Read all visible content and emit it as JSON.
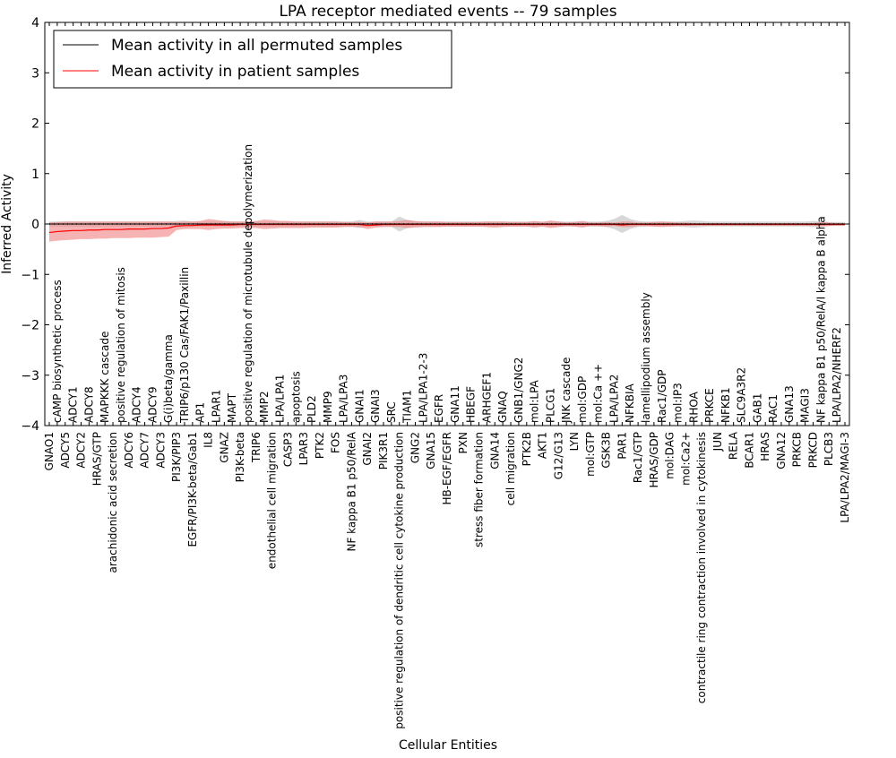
{
  "chart_data": {
    "type": "line",
    "title": "LPA receptor mediated events -- 79 samples",
    "xlabel": "Cellular Entities",
    "ylabel": "Inferred Activity",
    "ylim": [
      -4,
      4
    ],
    "yticks": [
      -4,
      -3,
      -2,
      -1,
      0,
      1,
      2,
      3,
      4
    ],
    "grid": false,
    "legend_position": "top-left",
    "colors": {
      "permuted": "#000000",
      "patient": "#ff0000",
      "patient_band": "#f08080",
      "permuted_band": "#c8c8c8"
    },
    "categories": [
      "GNAO1",
      "cAMP biosynthetic process",
      "ADCY5",
      "ADCY1",
      "ADCY2",
      "ADCY8",
      "HRAS/GTP",
      "MAPKKK cascade",
      "arachidonic acid secretion",
      "positive regulation of mitosis",
      "ADCY6",
      "ADCY4",
      "ADCY7",
      "ADCY9",
      "ADCY3",
      "G(i)beta/gamma",
      "PI3K/PIP3",
      "TRIP6/p130 Cas/FAK1/Paxillin",
      "EGFR/PI3K-beta/Gab1",
      "AP1",
      "IL8",
      "LPAR1",
      "GNAZ",
      "MAPT",
      "PI3K-beta",
      "positive regulation of microtubule depolymerization",
      "TRIP6",
      "MMP2",
      "endothelial cell migration",
      "LPA/LPA1",
      "CASP3",
      "apoptosis",
      "LPAR3",
      "PLD2",
      "PTK2",
      "MMP9",
      "FOS",
      "LPA/LPA3",
      "NF kappa B1 p50/RelA",
      "GNAI1",
      "GNAI2",
      "GNAI3",
      "PIK3R1",
      "SRC",
      "positive regulation of dendritic cell cytokine production",
      "TIAM1",
      "GNG2",
      "LPA/LPA1-2-3",
      "GNA15",
      "EGFR",
      "HB-EGF/EGFR",
      "GNA11",
      "PXN",
      "HBEGF",
      "stress fiber formation",
      "ARHGEF1",
      "GNA14",
      "GNAQ",
      "cell migration",
      "GNB1/GNG2",
      "PTK2B",
      "mol:LPA",
      "AKT1",
      "PLCG1",
      "G12/G13",
      "JNK cascade",
      "LYN",
      "mol:GDP",
      "mol:GTP",
      "mol:Ca ++",
      "GSK3B",
      "LPA/LPA2",
      "PAR1",
      "NFKBIA",
      "Rac1/GTP",
      "lamellipodium assembly",
      "HRAS/GDP",
      "Rac1/GDP",
      "mol:DAG",
      "mol:IP3",
      "mol:Ca2+",
      "RHOA",
      "contractile ring contraction involved in cytokinesis",
      "PRKCE",
      "JUN",
      "NFKB1",
      "RELA",
      "SLC9A3R2",
      "BCAR1",
      "GAB1",
      "HRAS",
      "RAC1",
      "GNA12",
      "GNA13",
      "PRKCB",
      "MAGI3",
      "PRKCD",
      "NF kappa B1 p50/RelA/I kappa B alpha",
      "PLCB3",
      "LPA/LPA2/NHERF2",
      "LPA/LPA2/MAGI-3"
    ],
    "series": [
      {
        "name": "Mean activity in all permuted samples",
        "mean": [
          0
        ],
        "band_halfwidth": [
          0.05,
          0.05,
          0.05,
          0.05,
          0.05,
          0.05,
          0.05,
          0.05,
          0.05,
          0.05,
          0.05,
          0.05,
          0.05,
          0.05,
          0.05,
          0.05,
          0.06,
          0.07,
          0.05,
          0.05,
          0.05,
          0.05,
          0.05,
          0.05,
          0.05,
          0.05,
          0.05,
          0.05,
          0.05,
          0.05,
          0.05,
          0.05,
          0.05,
          0.05,
          0.05,
          0.05,
          0.05,
          0.05,
          0.05,
          0.08,
          0.05,
          0.05,
          0.05,
          0.05,
          0.15,
          0.08,
          0.05,
          0.05,
          0.05,
          0.05,
          0.05,
          0.05,
          0.05,
          0.05,
          0.05,
          0.05,
          0.05,
          0.05,
          0.05,
          0.05,
          0.05,
          0.05,
          0.05,
          0.05,
          0.05,
          0.05,
          0.05,
          0.05,
          0.05,
          0.05,
          0.06,
          0.1,
          0.18,
          0.1,
          0.06,
          0.05,
          0.05,
          0.05,
          0.05,
          0.05,
          0.06,
          0.07,
          0.06,
          0.05,
          0.05,
          0.05,
          0.05,
          0.05,
          0.05,
          0.05,
          0.05,
          0.05,
          0.05,
          0.05,
          0.05,
          0.05,
          0.06,
          0.05,
          0.04,
          0.04,
          0.04
        ]
      },
      {
        "name": "Mean activity in patient samples",
        "mean": [
          -0.17,
          -0.15,
          -0.14,
          -0.13,
          -0.13,
          -0.12,
          -0.12,
          -0.11,
          -0.11,
          -0.11,
          -0.1,
          -0.1,
          -0.1,
          -0.09,
          -0.09,
          -0.08,
          -0.04,
          -0.03,
          -0.03,
          -0.02,
          -0.02,
          -0.02,
          -0.02,
          -0.02,
          -0.01,
          -0.01,
          -0.01,
          -0.01,
          -0.01,
          -0.01,
          -0.01,
          -0.01,
          -0.01,
          -0.01,
          -0.01,
          -0.01,
          -0.01,
          -0.01,
          -0.01,
          -0.01,
          -0.03,
          -0.02,
          -0.01,
          -0.01,
          -0.01,
          -0.01,
          -0.01,
          -0.01,
          -0.01,
          -0.01,
          -0.01,
          -0.01,
          -0.01,
          -0.01,
          -0.01,
          -0.01,
          -0.01,
          -0.01,
          -0.01,
          -0.01,
          -0.01,
          -0.01,
          -0.01,
          -0.01,
          -0.01,
          -0.01,
          -0.01,
          -0.01,
          -0.01,
          -0.01,
          -0.01,
          -0.01,
          -0.02,
          -0.01,
          -0.01,
          -0.01,
          -0.01,
          -0.01,
          -0.01,
          -0.01,
          -0.01,
          -0.01,
          -0.01,
          -0.01,
          -0.01,
          -0.01,
          -0.01,
          -0.01,
          -0.01,
          -0.01,
          -0.01,
          -0.01,
          -0.01,
          -0.01,
          -0.01,
          -0.01,
          -0.01,
          -0.01,
          -0.01,
          -0.01,
          -0.01
        ],
        "band_low": [
          -0.35,
          -0.33,
          -0.32,
          -0.31,
          -0.3,
          -0.3,
          -0.29,
          -0.29,
          -0.28,
          -0.28,
          -0.28,
          -0.27,
          -0.27,
          -0.27,
          -0.26,
          -0.25,
          -0.12,
          -0.1,
          -0.1,
          -0.1,
          -0.12,
          -0.1,
          -0.09,
          -0.09,
          -0.08,
          -0.08,
          -0.08,
          -0.1,
          -0.09,
          -0.08,
          -0.08,
          -0.08,
          -0.08,
          -0.07,
          -0.07,
          -0.07,
          -0.07,
          -0.06,
          -0.06,
          -0.06,
          -0.1,
          -0.07,
          -0.06,
          -0.06,
          -0.06,
          -0.08,
          -0.07,
          -0.06,
          -0.06,
          -0.06,
          -0.05,
          -0.05,
          -0.05,
          -0.05,
          -0.05,
          -0.06,
          -0.07,
          -0.06,
          -0.05,
          -0.05,
          -0.05,
          -0.07,
          -0.05,
          -0.08,
          -0.06,
          -0.04,
          -0.05,
          -0.07,
          -0.04,
          -0.04,
          -0.05,
          -0.04,
          -0.06,
          -0.06,
          -0.04,
          -0.04,
          -0.05,
          -0.06,
          -0.05,
          -0.04,
          -0.04,
          -0.03,
          -0.03,
          -0.03,
          -0.03,
          -0.03,
          -0.03,
          -0.03,
          -0.03,
          -0.03,
          -0.03,
          -0.03,
          -0.03,
          -0.03,
          -0.03,
          -0.03,
          -0.03,
          -0.05,
          -0.04,
          -0.03,
          -0.03
        ],
        "band_high": [
          0.03,
          0.04,
          0.05,
          0.05,
          0.05,
          0.05,
          0.05,
          0.05,
          0.05,
          0.05,
          0.05,
          0.05,
          0.05,
          0.05,
          0.05,
          0.05,
          0.04,
          0.05,
          0.05,
          0.06,
          0.1,
          0.08,
          0.06,
          0.05,
          0.05,
          0.05,
          0.06,
          0.09,
          0.08,
          0.06,
          0.06,
          0.05,
          0.05,
          0.05,
          0.05,
          0.05,
          0.05,
          0.04,
          0.04,
          0.04,
          0.03,
          0.05,
          0.05,
          0.05,
          0.06,
          0.08,
          0.06,
          0.05,
          0.05,
          0.05,
          0.04,
          0.04,
          0.04,
          0.04,
          0.04,
          0.05,
          0.05,
          0.05,
          0.04,
          0.04,
          0.04,
          0.06,
          0.04,
          0.07,
          0.05,
          0.03,
          0.04,
          0.06,
          0.03,
          0.03,
          0.04,
          0.03,
          0.05,
          0.05,
          0.03,
          0.03,
          0.04,
          0.05,
          0.04,
          0.03,
          0.03,
          0.02,
          0.02,
          0.02,
          0.02,
          0.02,
          0.02,
          0.02,
          0.02,
          0.02,
          0.02,
          0.02,
          0.02,
          0.02,
          0.02,
          0.02,
          0.02,
          0.04,
          0.03,
          0.02,
          0.02
        ]
      }
    ]
  }
}
